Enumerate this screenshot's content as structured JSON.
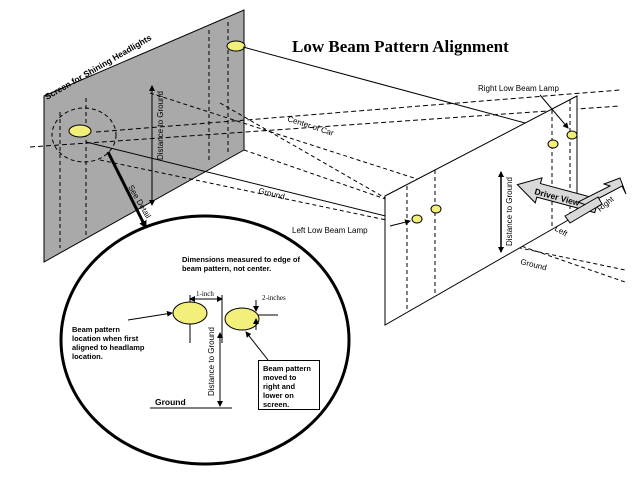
{
  "title": "Low Beam Pattern Alignment",
  "labels": {
    "screen": "Screen for Shining Headlights",
    "distance_to_ground": "Distance to Ground",
    "center_of_car": "Center of Car",
    "ground": "Ground",
    "right_lamp": "Right Low Beam Lamp",
    "left_lamp": "Left Low Beam Lamp",
    "see_detail": "See Detail",
    "driver_view": "Driver View",
    "right": "Right",
    "left": "Left"
  },
  "detail": {
    "dimensions_note": "Dimensions measured to edge of beam pattern, not center.",
    "one_inch": "1-inch",
    "two_inches": "2-inches",
    "initial_location": "Beam pattern location when first aligned to headlamp location.",
    "moved_note": "Beam pattern moved to right and lower on screen.",
    "distance_to_ground": "Distance to Ground",
    "ground": "Ground"
  },
  "colors": {
    "screen_fill": "#a9a9a9",
    "beam_fill": "#f2ef7a",
    "line": "#000000",
    "arrow_fill": "#d9d9d9"
  }
}
